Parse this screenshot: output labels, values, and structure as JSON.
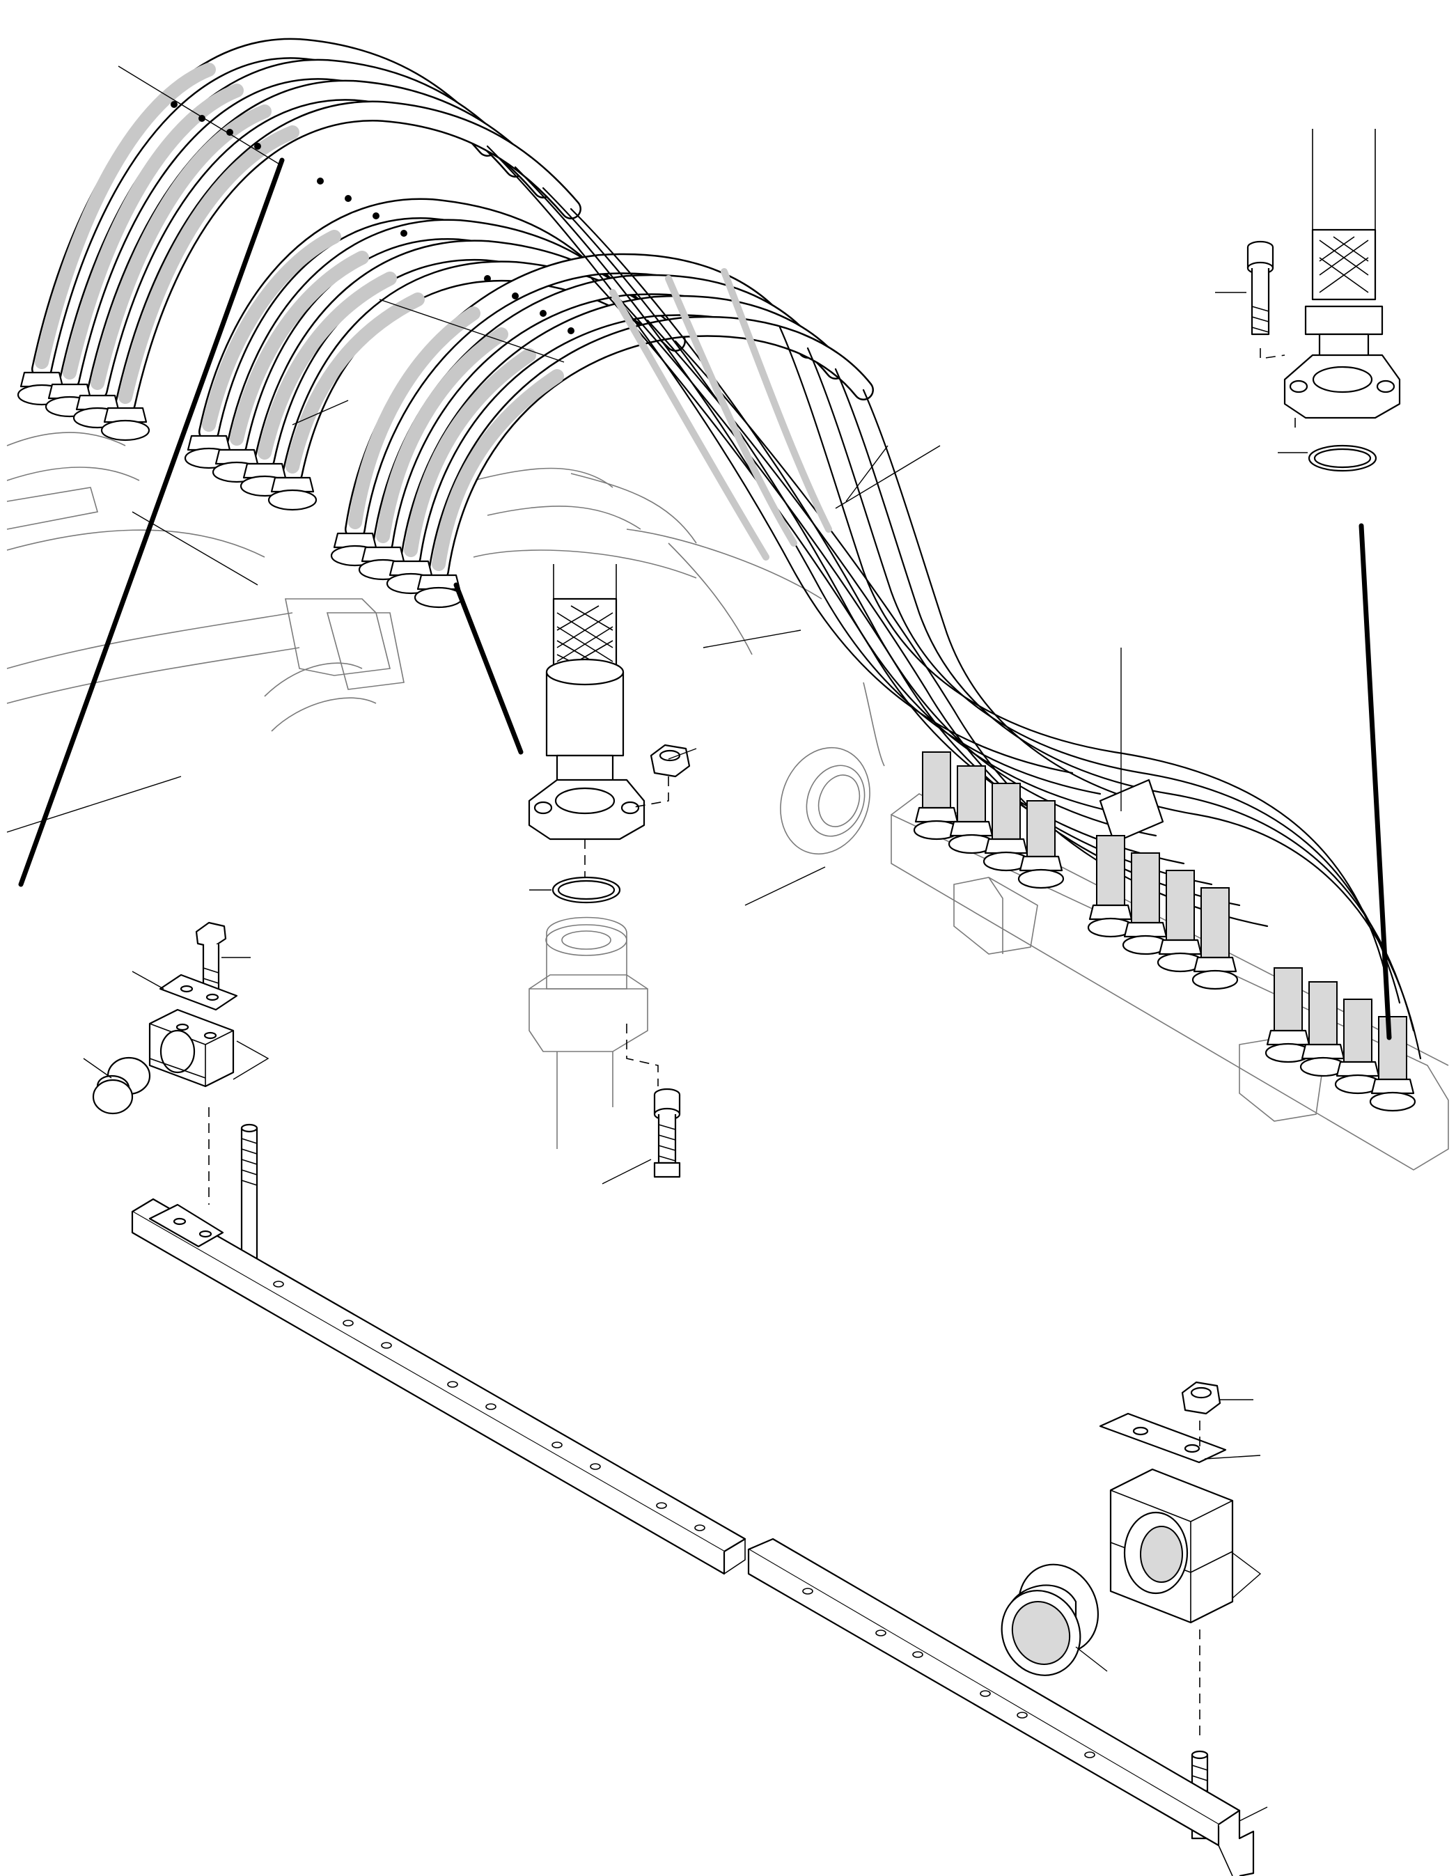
{
  "figure": {
    "title": "",
    "colors": {
      "line": "#000000",
      "hose_shading": "#c8c8c8",
      "ghost_line": "#7a7a7a",
      "background": "#ffffff"
    },
    "parts": [
      "hose-bundle",
      "hose-flange-fitting",
      "flange-clamp",
      "o-ring",
      "socket-head-cap-screw",
      "hex-nut",
      "clamp-half",
      "clamp-plate",
      "hex-bolt",
      "plug",
      "threaded-stud",
      "support-rail",
      "valve-block",
      "grommet"
    ]
  }
}
